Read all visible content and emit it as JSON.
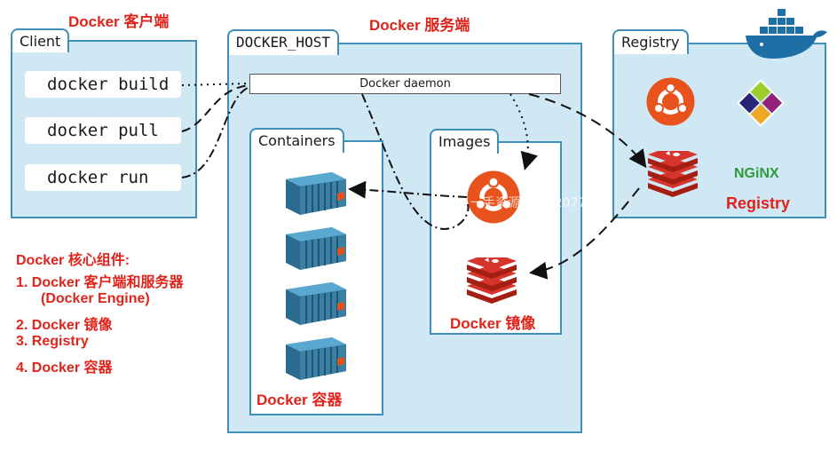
{
  "client": {
    "heading": "Docker 客户端",
    "tab": "Client",
    "commands": [
      "docker build",
      "docker pull",
      "docker run"
    ]
  },
  "host": {
    "heading": "Docker 服务端",
    "tab": "DOCKER_HOST",
    "daemon": "Docker daemon",
    "containers_tab": "Containers",
    "containers_caption": "Docker 容器",
    "images_tab": "Images",
    "images_caption": "Docker 镜像"
  },
  "registry": {
    "tab": "Registry",
    "caption": "Registry",
    "nginx_label": "NGiNX"
  },
  "legend": {
    "title": "Docker 核心组件:",
    "items": [
      "1. Docker 客户端和服务器",
      "(Docker Engine)",
      "2. Docker 镜像",
      "3. Registry",
      "4. Docker 容器"
    ]
  },
  "watermark": "一手资源加Q:1207706...",
  "colors": {
    "panel_bg": "#cfe8f4",
    "panel_border": "#3f8fb8",
    "accent_red": "#e0241b",
    "ubuntu_orange": "#e8531d",
    "redis_red": "#d6342c",
    "container_blue": "#3b7fa3",
    "docker_blue": "#1d6fa5"
  },
  "icons": [
    "ubuntu-icon",
    "centos-icon",
    "redis-icon",
    "nginx-logo",
    "docker-whale-logo",
    "shipping-container-icon"
  ]
}
